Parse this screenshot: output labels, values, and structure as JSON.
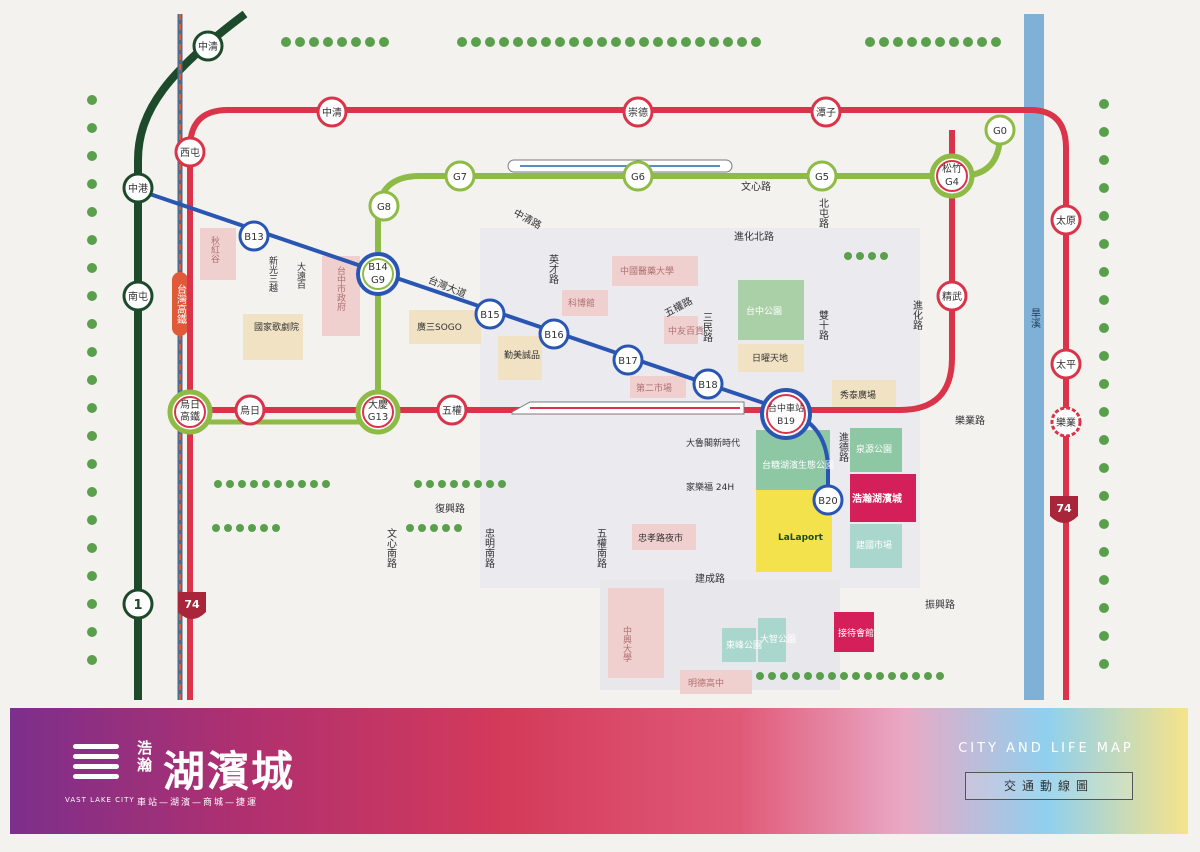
{
  "map": {
    "title": "CITY AND LIFE MAP",
    "subtitle": "交通動線圖",
    "colors": {
      "red_line": "#d9344a",
      "green_line": "#8dbb45",
      "blue_line": "#2a56b3",
      "dark_green": "#1d4a2a",
      "river": "#7fb1d6",
      "accent": "#d41f5a"
    }
  },
  "brand": {
    "cn_small": "浩瀚",
    "name": "湖濱城",
    "en": "VAST LAKE CITY",
    "tagline": "車站—湖濱—商城—捷運"
  },
  "red_stations": [
    "中清",
    "崇德",
    "潭子",
    "西屯",
    "太原",
    "精武",
    "太平",
    "樂業",
    "烏日",
    "五權"
  ],
  "red_transfer": {
    "wuri_hsr": "烏日\n高鐵",
    "taichung_main": "台中車站\nB19"
  },
  "green_stations": [
    "G7",
    "G6",
    "G5",
    "G8",
    "G0"
  ],
  "green_transfer": {
    "songzhu": "松竹\nG4",
    "daqing": "大慶\nG13",
    "b14g9": "B14\nG9"
  },
  "blue_stations": [
    "B13",
    "B15",
    "B16",
    "B17",
    "B18",
    "B20"
  ],
  "dark_green_stations": [
    "中清",
    "中港",
    "南屯"
  ],
  "road_numbers": {
    "route1": "1",
    "route74_left": "74",
    "route74_right": "74"
  },
  "hsr_label": "台灣高鐵",
  "roads": [
    "文心路",
    "北屯路",
    "進化北路",
    "中清路",
    "英才路",
    "台灣大道",
    "五權路",
    "三民路",
    "雙十路",
    "進化路",
    "樂業路",
    "進德路",
    "復興路",
    "文心南路",
    "忠明南路",
    "五權南路",
    "建成路",
    "振興路",
    "旱溪"
  ],
  "places": [
    "新光三越",
    "大遠百",
    "國家歌劇院",
    "秋紅谷",
    "台中市政府",
    "廣三SOGO",
    "勤美誠品",
    "科博館",
    "中國醫藥大學",
    "中友百貨",
    "第二市場",
    "台中公園",
    "日曜天地",
    "秀泰廣場",
    "大魯閣新時代",
    "家樂福 24H",
    "台糖湖濱生態公園",
    "泉源公園",
    "建國市場",
    "忠孝路夜市",
    "中興大學",
    "東峰公園",
    "大智公園",
    "明德高中",
    "接待會館",
    "LaLaport",
    "浩瀚湖濱城"
  ]
}
